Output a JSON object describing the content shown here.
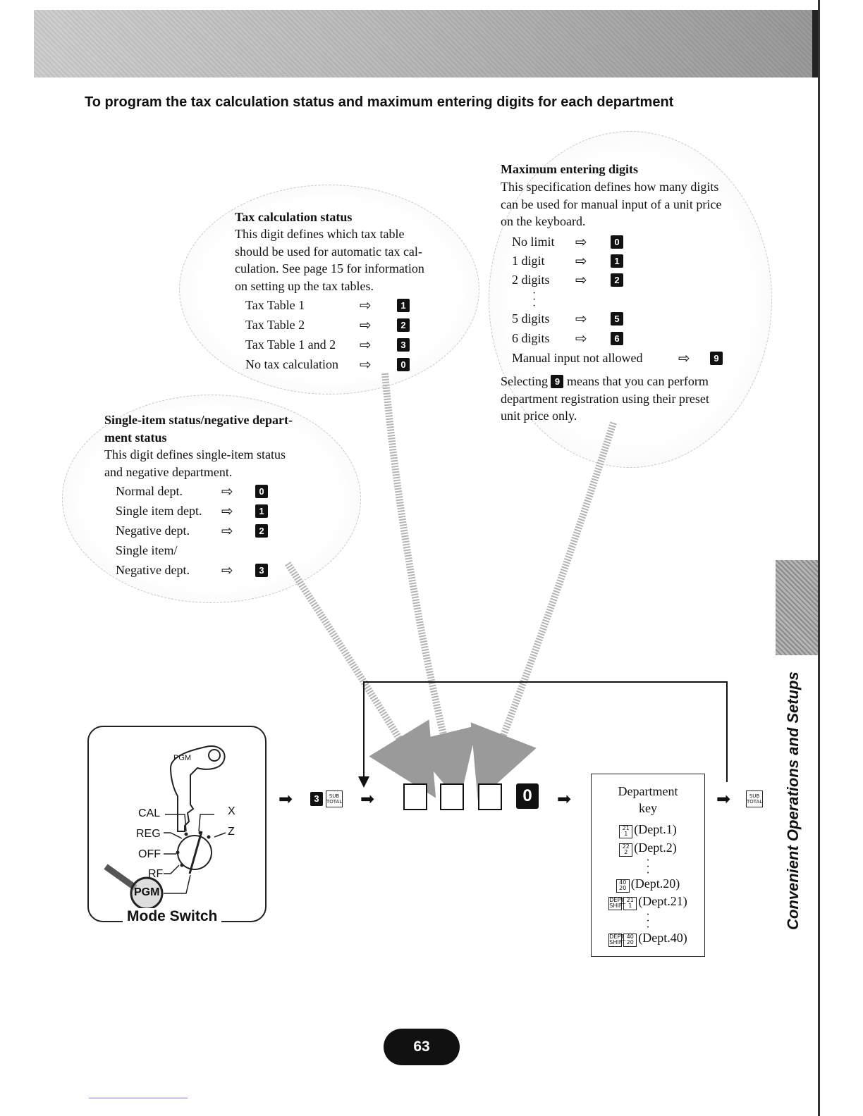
{
  "title": "To program the tax calculation status and maximum entering digits for each department",
  "tax": {
    "heading": "Tax calculation status",
    "lines": [
      "This digit defines which tax table",
      "should be used for automatic tax cal-",
      "culation. See page 15 for information",
      "on setting up the tax tables."
    ],
    "options": [
      {
        "label": "Tax Table 1",
        "key": "1"
      },
      {
        "label": "Tax Table 2",
        "key": "2"
      },
      {
        "label": "Tax Table 1 and 2",
        "key": "3"
      },
      {
        "label": "No tax calculation",
        "key": "0"
      }
    ]
  },
  "max": {
    "heading": "Maximum entering digits",
    "lines": [
      "This specification defines how many digits",
      "can be used for manual input of a unit price",
      "on the keyboard."
    ],
    "options": [
      {
        "label": "No limit",
        "key": "0"
      },
      {
        "label": "1 digit",
        "key": "1"
      },
      {
        "label": "2 digits",
        "key": "2"
      },
      {
        "label": "5 digits",
        "key": "5"
      },
      {
        "label": "6 digits",
        "key": "6"
      }
    ],
    "manual_label": "Manual input not allowed",
    "manual_key": "9",
    "note_pre": "Selecting",
    "note_key": "9",
    "note_post": "means that you can perform",
    "note_lines": [
      "department registration using their preset",
      "unit price only."
    ]
  },
  "single": {
    "heading_lines": [
      "Single-item status/negative depart-",
      "ment status"
    ],
    "lines": [
      "This digit defines single-item status",
      "and negative department."
    ],
    "options": [
      {
        "label": "Normal dept.",
        "key": "0"
      },
      {
        "label": "Single item dept.",
        "key": "1"
      },
      {
        "label": "Negative dept.",
        "key": "2"
      },
      {
        "label": "Single item/",
        "key": ""
      },
      {
        "label": "Negative dept.",
        "key": "3"
      }
    ]
  },
  "mode_switch": {
    "label": "Mode Switch",
    "key_tag": "PGM",
    "positions": [
      "CAL",
      "REG",
      "OFF",
      "RF",
      "PGM",
      "X",
      "Z"
    ]
  },
  "sequence": {
    "step_key": "3",
    "subtotal_label": "SUB TOTAL",
    "last_digit": "0"
  },
  "dept_key": {
    "title_lines": [
      "Department",
      "key"
    ],
    "items": [
      {
        "keys": [
          "21 1"
        ],
        "text": "(Dept.1)"
      },
      {
        "keys": [
          "22 2"
        ],
        "text": "(Dept.2)"
      },
      {
        "keys": [
          "40 20"
        ],
        "text": "(Dept.20)"
      },
      {
        "keys": [
          "DEPT SHIFT",
          "21 1"
        ],
        "text": "(Dept.21)"
      },
      {
        "keys": [
          "DEPT SHIFT",
          "40 20"
        ],
        "text": "(Dept.40)"
      }
    ]
  },
  "side_tab": "Convenient Operations and Setups",
  "page_number": "63"
}
